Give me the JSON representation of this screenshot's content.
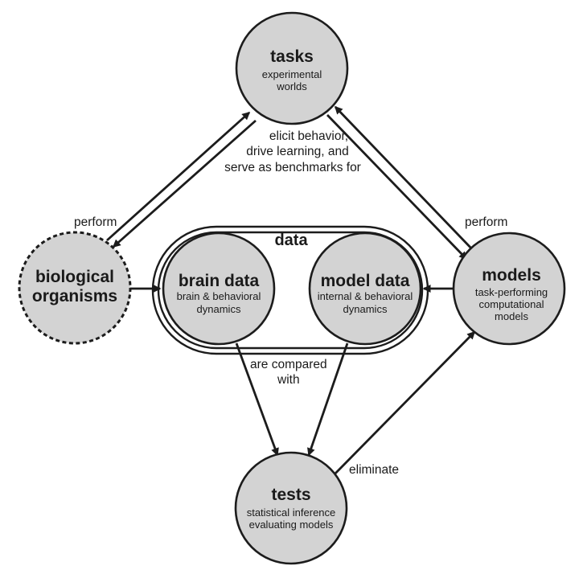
{
  "nodes": {
    "tasks": {
      "title": "tasks",
      "sub": [
        "experimental",
        "worlds"
      ]
    },
    "biological": {
      "title": [
        "biological",
        "organisms"
      ]
    },
    "models": {
      "title": "models",
      "sub": [
        "task-performing",
        "computational",
        "models"
      ]
    },
    "brain_data": {
      "title": "brain data",
      "sub": [
        "brain & behavioral",
        "dynamics"
      ]
    },
    "model_data": {
      "title": "model data",
      "sub": [
        "internal & behavioral",
        "dynamics"
      ]
    },
    "tests": {
      "title": "tests",
      "sub": [
        "statistical inference",
        "evaluating models"
      ]
    }
  },
  "container": {
    "title": "data"
  },
  "edge_labels": {
    "elicit": [
      "elicit behavior,",
      "drive learning, and",
      "serve as benchmarks for"
    ],
    "perform_left": "perform",
    "perform_right": "perform",
    "compared": [
      "are compared",
      "with"
    ],
    "eliminate": "eliminate"
  }
}
